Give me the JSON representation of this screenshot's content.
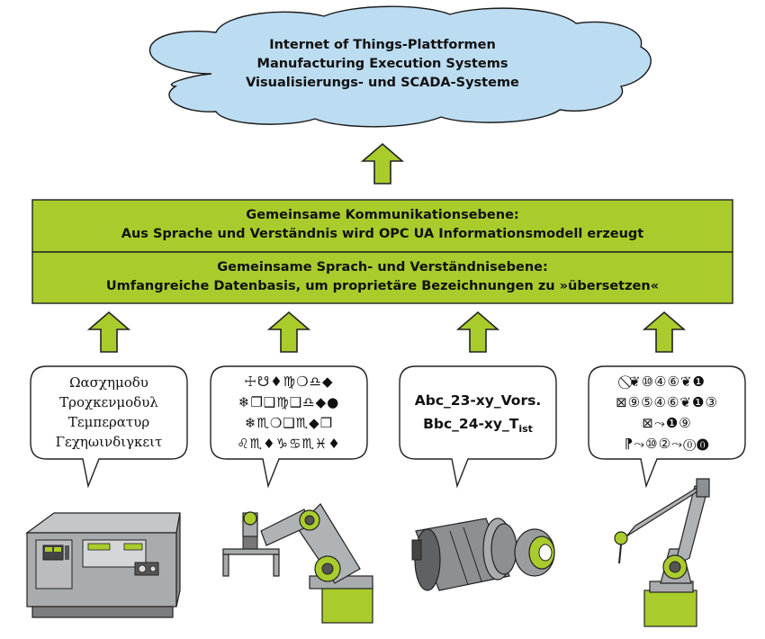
{
  "colors": {
    "cloud_fill": "#bcdcf1",
    "band_fill": "#a9cc2c",
    "arrow_fill": "#a9cc2c",
    "machine_body": "#a9acae",
    "accent_green": "#a9cc2c"
  },
  "cloud": {
    "lines": [
      "Internet of Things-Plattformen",
      "Manufacturing Execution Systems",
      "Visualisierungs- und SCADA-Systeme"
    ]
  },
  "layers": {
    "communication": {
      "line1": "Gemeinsame Kommunikationsebene:",
      "line2": "Aus Sprache und Verständnis wird OPC UA Informationsmodell erzeugt"
    },
    "language": {
      "line1": "Gemeinsame Sprach- und Verständnisebene:",
      "line2": "Umfangreiche Datenbasis, um proprietäre Bezeichnungen zu »übersetzen«"
    }
  },
  "bubbles": [
    {
      "lines": [
        "Ωασχημοδυ",
        "Τροχκενμοδυλ",
        "Τεμπερατυρ",
        "Γεχηωινδιγκειτ"
      ]
    },
    {
      "lines": [
        "☩☋♦♍❍♎◆",
        "❄❐❑♍❑♎◆●",
        "❄♏❍❑♏◆❒",
        "♌♏♦♑♋♏♓♦"
      ]
    },
    {
      "line1": "Abc_23-xy_Vors.",
      "line2_main": "Bbc_24-xy_T",
      "line2_sub": "ist"
    },
    {
      "lines": [
        "⃠❦⑩④⑥❦❶",
        "⊠⑨⑤④⑥❦❶③",
        "⊠⤳❶⑨",
        "⁋⤳⑩②⤳⓪⓿"
      ]
    }
  ],
  "machines": [
    "lathe-machine",
    "gripper-robot",
    "spindle-motor",
    "articulated-robot"
  ]
}
